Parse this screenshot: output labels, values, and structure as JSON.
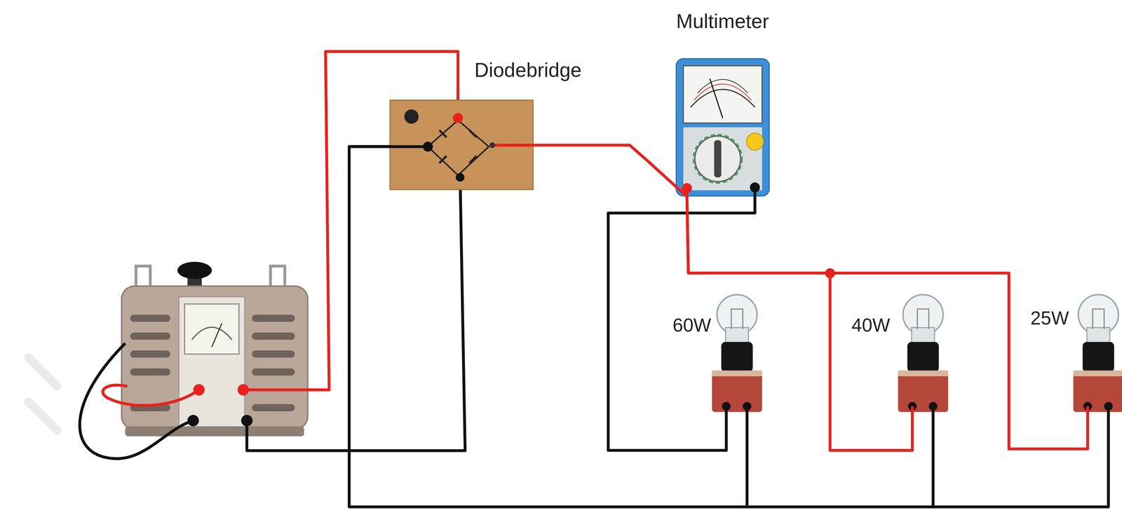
{
  "diagram": {
    "nodes": [
      {
        "text": [
          "Diodebridge"
        ]
      },
      {
        "text": [
          "Multimeter"
        ]
      },
      {
        "text": [
          "60W"
        ]
      },
      {
        "text": [
          "40W"
        ]
      },
      {
        "text": [
          "25W"
        ]
      }
    ],
    "edges": [
      {
        "from": 0,
        "to": 1,
        "arrow": "none"
      },
      {
        "from": 1,
        "to": 2,
        "arrow": "none"
      },
      {
        "from": 1,
        "to": 3,
        "arrow": "none"
      },
      {
        "from": 1,
        "to": 4,
        "arrow": "none"
      },
      {
        "from": 0,
        "to": 2,
        "arrow": "none"
      },
      {
        "from": 0,
        "to": 3,
        "arrow": "none"
      },
      {
        "from": 0,
        "to": 4,
        "arrow": "none"
      }
    ]
  }
}
